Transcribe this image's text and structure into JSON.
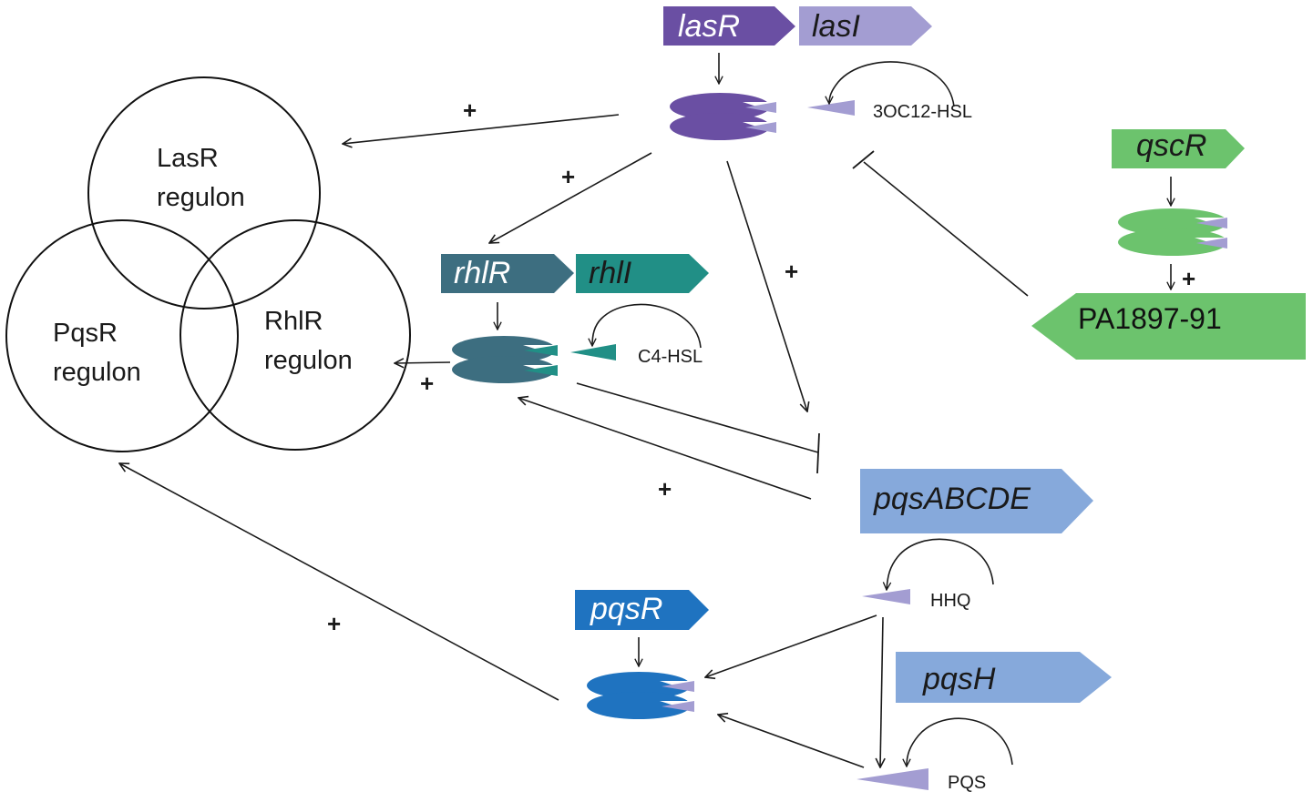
{
  "genes": {
    "lasR": "lasR",
    "lasI": "lasI",
    "rhlR": "rhlR",
    "rhlI": "rhlI",
    "qscR": "qscR",
    "pqsABCDE": "pqsABCDE",
    "pqsH": "pqsH",
    "pqsR": "pqsR",
    "PA1897": "PA1897-91"
  },
  "signals": {
    "oc12": "3OC12-HSL",
    "c4": "C4-HSL",
    "hhq": "HHQ",
    "pqs": "PQS"
  },
  "regulons": {
    "lasr_1": "LasR",
    "lasr_2": "regulon",
    "pqsr_1": "PqsR",
    "pqsr_2": "regulon",
    "rhlr_1": "RhlR",
    "rhlr_2": "regulon"
  },
  "signs": {
    "plus": "+"
  },
  "colors": {
    "las": "#6a4fa3",
    "lasI": "#a39dd2",
    "rhlR": "#3d6e80",
    "rhlI": "#218f86",
    "qsc": "#6cc36d",
    "pqsA": "#86a9db",
    "pqsR": "#1f73c0",
    "signal_purple": "#a39dd2"
  }
}
